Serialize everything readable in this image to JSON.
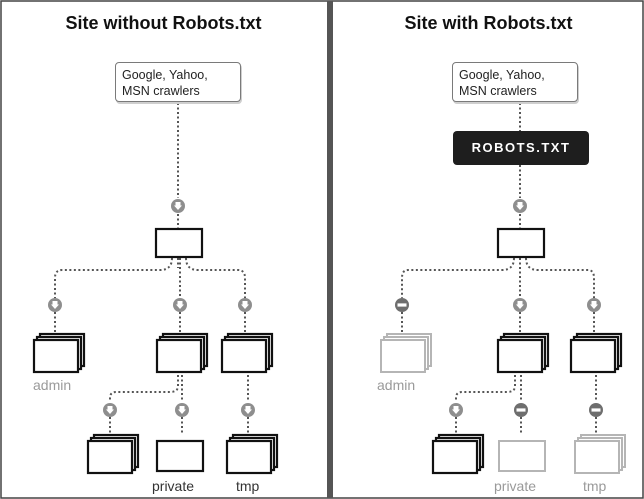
{
  "panels": {
    "left": {
      "title": "Site without Robots.txt",
      "crawler": [
        "Google, Yahoo,",
        "MSN crawlers"
      ],
      "labels": {
        "admin": "admin",
        "private": "private",
        "tmp": "tmp"
      }
    },
    "right": {
      "title": "Site with Robots.txt",
      "crawler": [
        "Google, Yahoo,",
        "MSN crawlers"
      ],
      "robots": "ROBOTS.TXT",
      "labels": {
        "admin": "admin",
        "private": "private",
        "tmp": "tmp"
      }
    }
  },
  "colors": {
    "allowed_folder": "#111111",
    "blocked_folder": "#b5b5b5",
    "arrow_circle": "#8e8e8e",
    "robots_fill": "#1e1e1e",
    "divider": "#555555"
  }
}
